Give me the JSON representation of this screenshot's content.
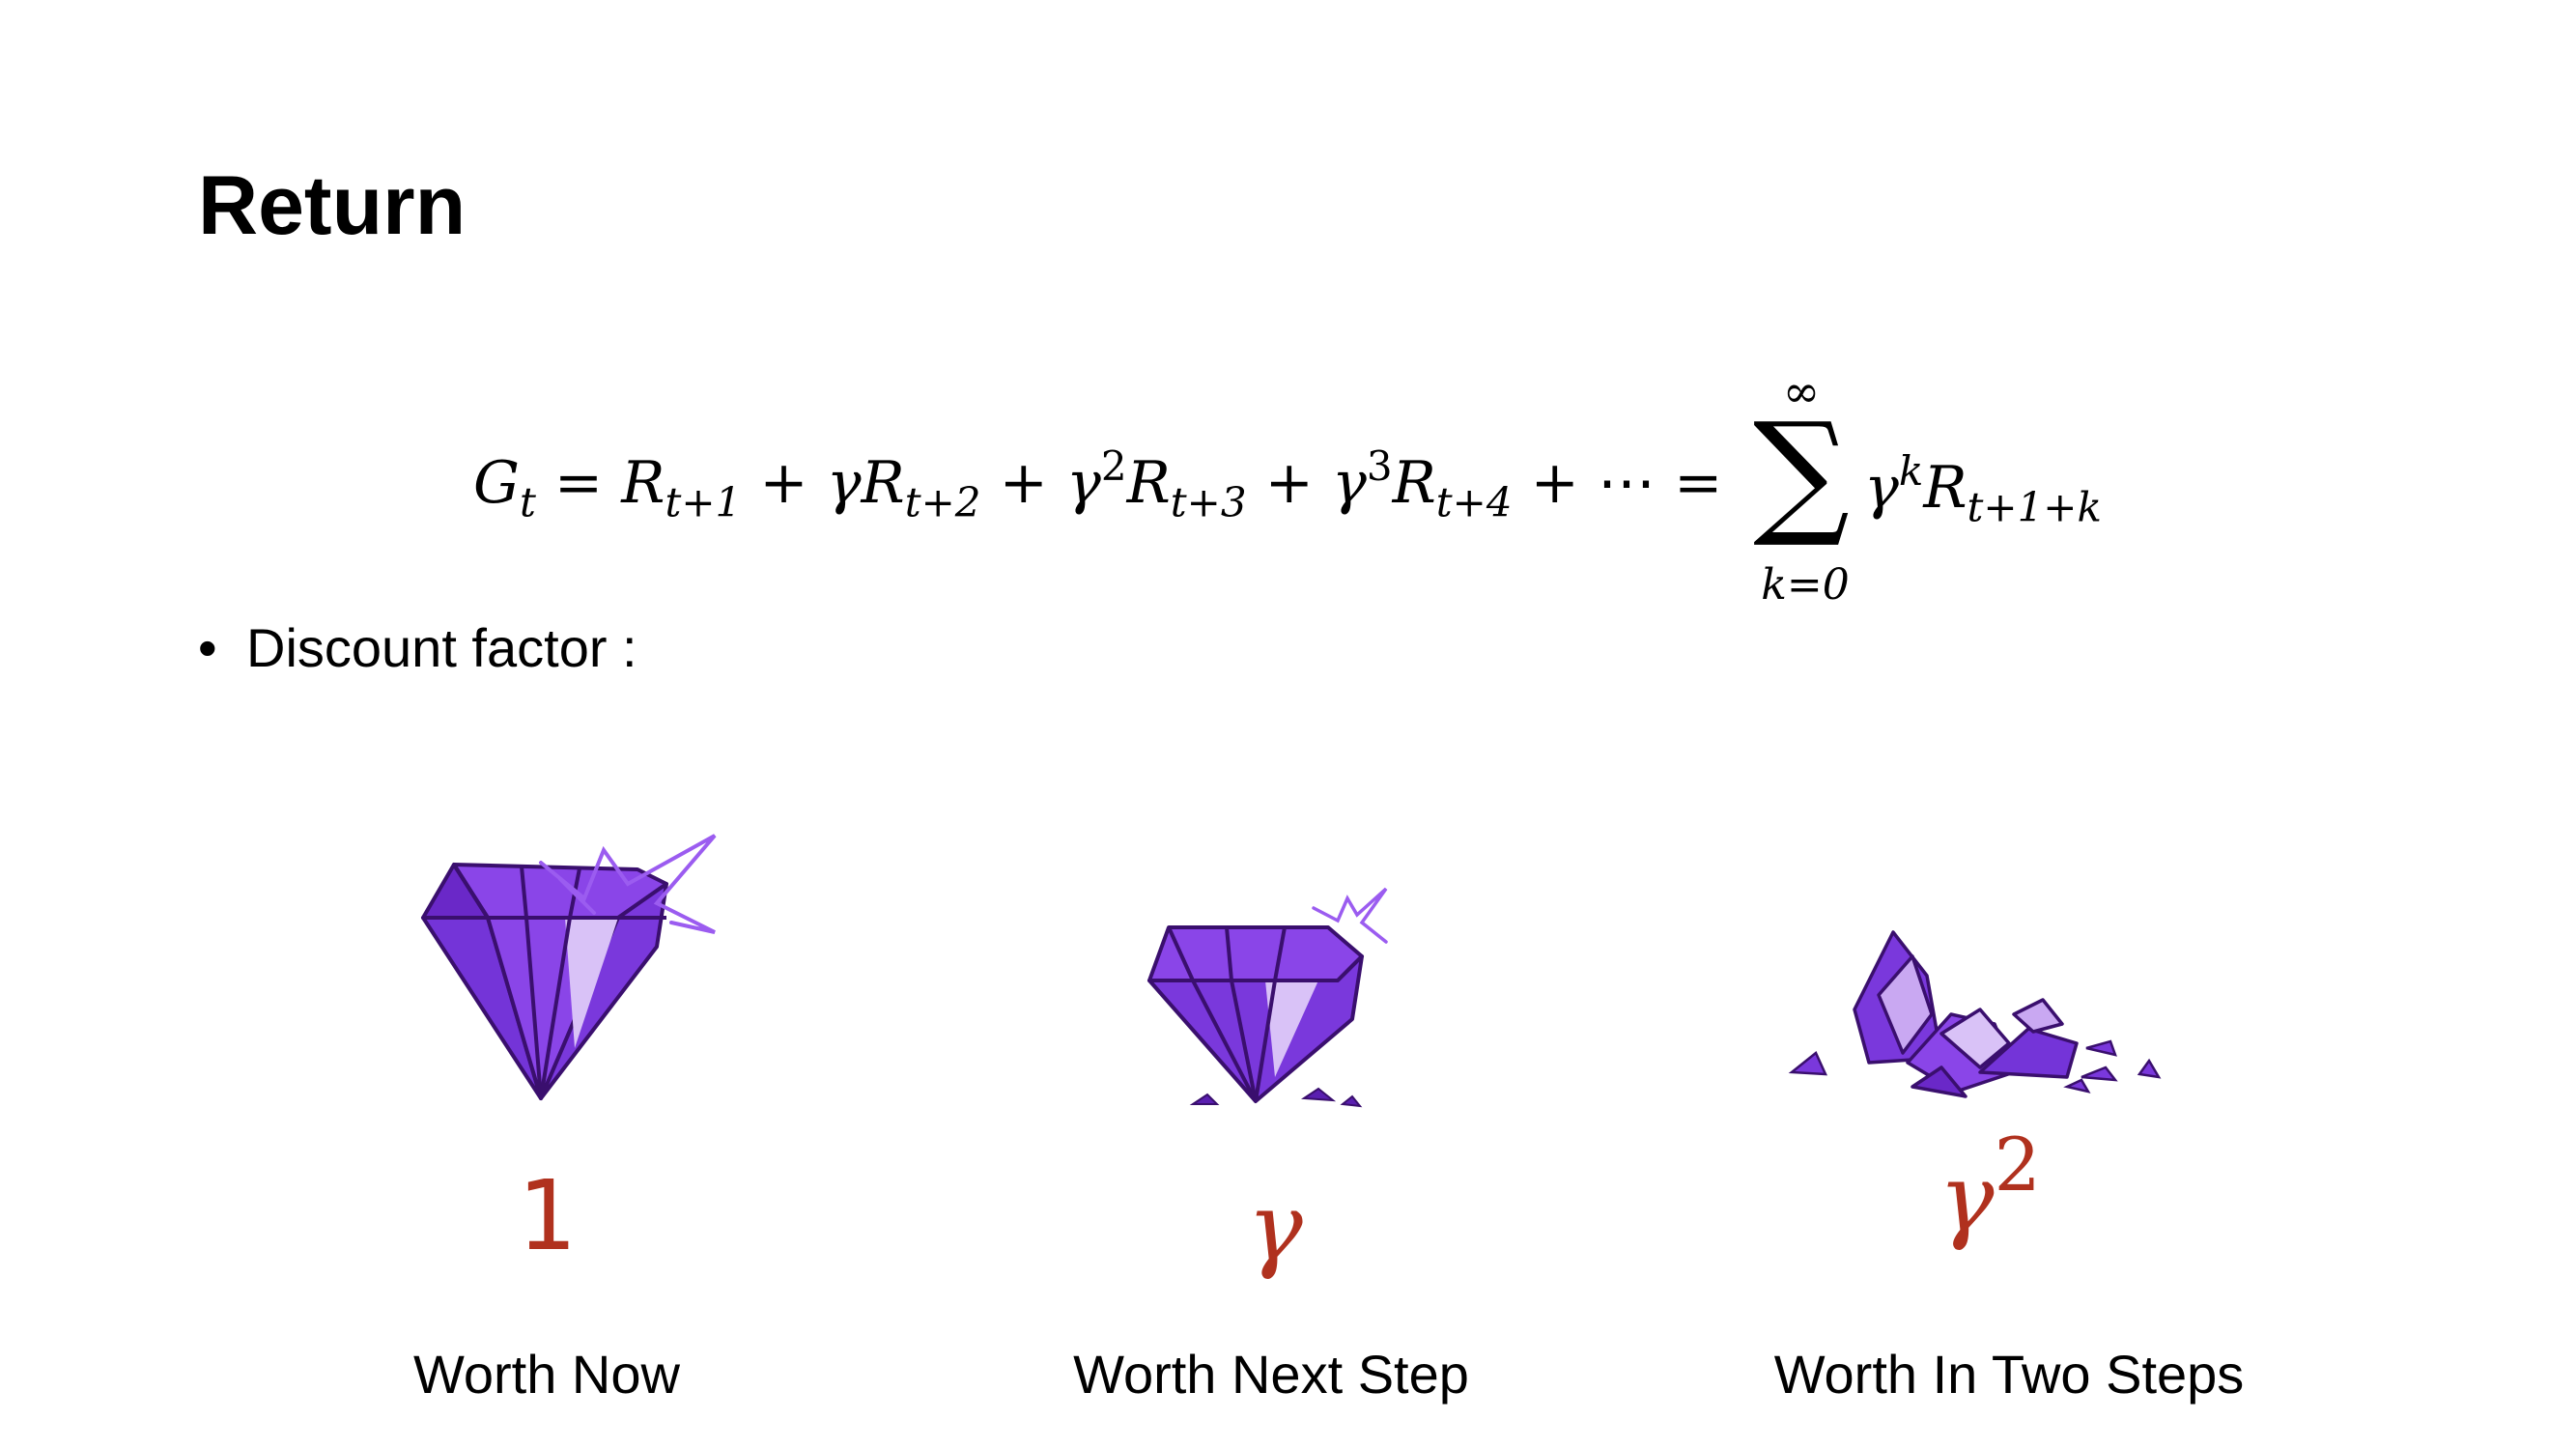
{
  "slide": {
    "title": "Return",
    "formula": {
      "lhs": "G",
      "lhs_sub": "t",
      "terms": [
        {
          "coef": "",
          "sup": "",
          "sym": "R",
          "sub": "t+1"
        },
        {
          "coef": "γ",
          "sup": "",
          "sym": "R",
          "sub": "t+2"
        },
        {
          "coef": "γ",
          "sup": "2",
          "sym": "R",
          "sub": "t+3"
        },
        {
          "coef": "γ",
          "sup": "3",
          "sym": "R",
          "sub": "t+4"
        }
      ],
      "ellipsis": "⋯",
      "sum_upper": "∞",
      "sum_lower": "k=0",
      "sum_coef": "γ",
      "sum_sup": "k",
      "sum_sym": "R",
      "sum_sub": "t+1+k"
    },
    "bullet": {
      "text": "Discount factor :"
    },
    "items": [
      {
        "value": "1",
        "caption": "Worth Now"
      },
      {
        "value": "γ",
        "caption": "Worth Next Step"
      },
      {
        "value": "γ",
        "value_sup": "2",
        "caption": "Worth In Two Steps"
      }
    ],
    "colors": {
      "gem": "#7a2fd6",
      "gem_light": "#c9a8f2",
      "gem_dark": "#3a0f6e",
      "value": "#b0311e"
    }
  }
}
